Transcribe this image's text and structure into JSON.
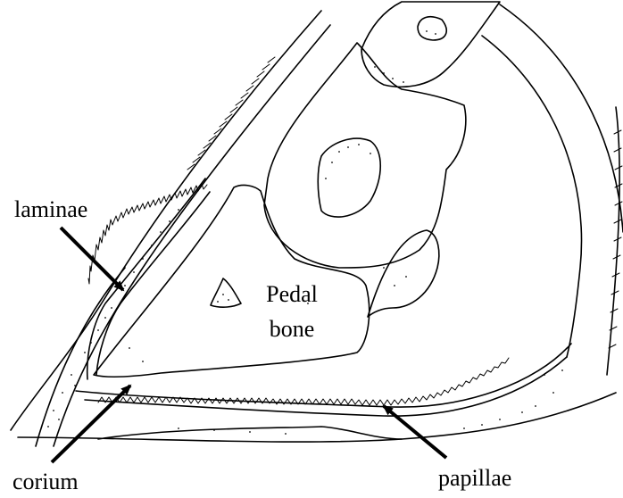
{
  "labels": {
    "laminae": "laminae",
    "corium": "corium",
    "papillae": "papillae",
    "pedal_line1": "Pedal",
    "pedal_line2": "bone"
  },
  "colors": {
    "ink": "#000000",
    "paper": "#ffffff"
  }
}
